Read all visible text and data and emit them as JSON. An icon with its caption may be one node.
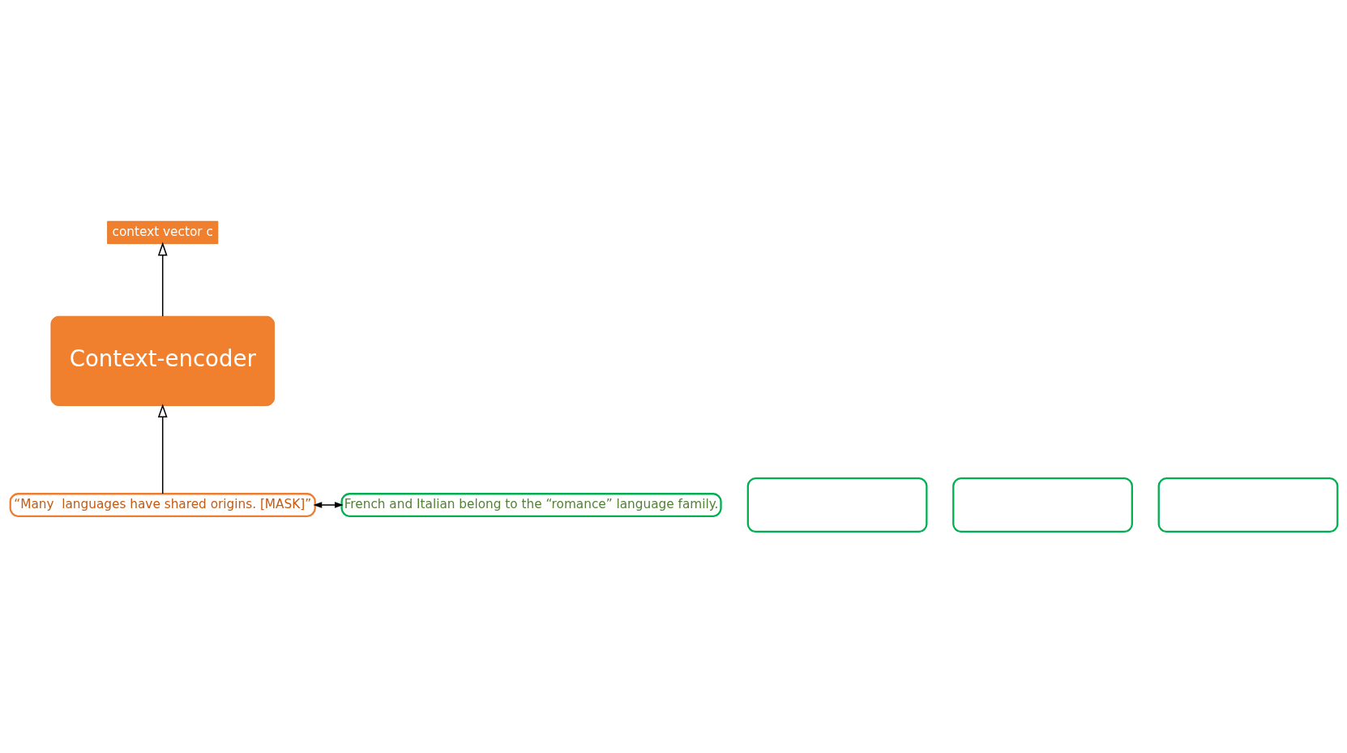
{
  "diagram": {
    "nodes": [
      {
        "text": [
          "context vector c"
        ]
      },
      {
        "text": [
          "Context-encoder"
        ]
      },
      {
        "text": [
          "“Many  languages have shared origins. [MASK]”"
        ]
      },
      {
        "text": [],
        "shape": "box"
      },
      {
        "text": [],
        "shape": "box"
      },
      {
        "text": [],
        "shape": "box"
      },
      {
        "text": [
          "French and Italian belong to the “romance” language family."
        ]
      }
    ],
    "edges": [
      {
        "from": 1,
        "to": 0,
        "arrow": "to"
      },
      {
        "from": 2,
        "to": 1,
        "arrow": "to"
      },
      {
        "from": 2,
        "to": 6,
        "arrow": "both"
      }
    ]
  }
}
